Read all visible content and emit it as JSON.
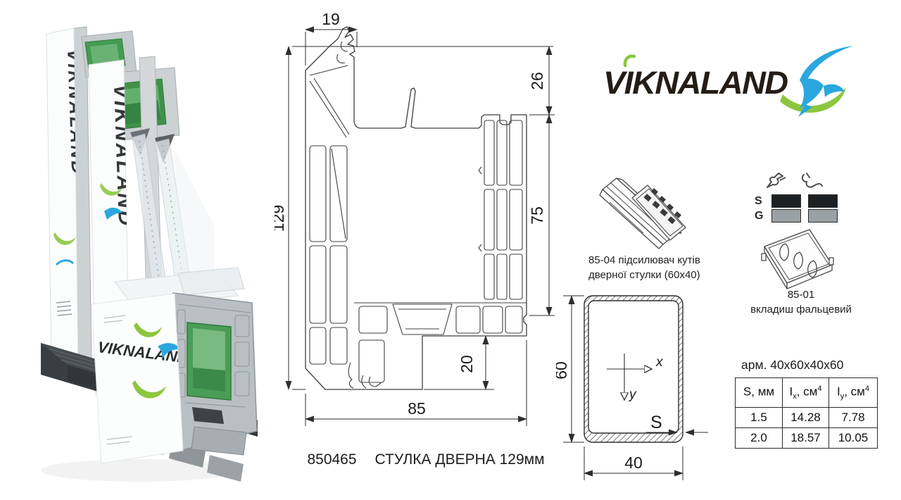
{
  "brand": {
    "name": "VIKNALAND"
  },
  "product": {
    "code": "850465",
    "name": "СТУЛКА ДВЕРНА 129мм"
  },
  "drawing": {
    "dims": {
      "top_width": "19",
      "top_right_height": "26",
      "total_height": "129",
      "right_height": "75",
      "bottom_step": "20",
      "total_width": "85"
    }
  },
  "parts": {
    "corner_reinforcer": {
      "line1": "85-04 підсилювач кутів",
      "line2": "дверної стулки (60х40)"
    },
    "rebate_insert": {
      "line1": "85-01",
      "line2": "вкладиш фальцевий"
    }
  },
  "seal_legend": {
    "row1": "S",
    "row2": "G",
    "black": "#1e2123",
    "gray": "#9aa0a3"
  },
  "reinforcement": {
    "title": "арм. 40х60х40х60",
    "tube": {
      "height": "60",
      "width": "40",
      "thickness": "S",
      "axis_x": "x",
      "axis_y": "y"
    },
    "table": {
      "columns": [
        {
          "main": "S, мм",
          "sub": "",
          "tail": "",
          "sup": ""
        },
        {
          "main": "I",
          "sub": "x",
          "tail": ", см",
          "sup": "4"
        },
        {
          "main": "I",
          "sub": "y",
          "tail": ", см",
          "sup": "4"
        }
      ],
      "rows": [
        [
          "1.5",
          "14.28",
          "7.78"
        ],
        [
          "2.0",
          "18.57",
          "10.05"
        ]
      ]
    }
  },
  "colors": {
    "line": "#3f3f3f",
    "logo_text": "#241d16",
    "bird_blue": "#2aa7de",
    "swoosh_green": "#8cc63f",
    "insert_green": "#459a52",
    "profile_gray": "#c3c9cb",
    "threshold_dark": "#454b4e"
  }
}
